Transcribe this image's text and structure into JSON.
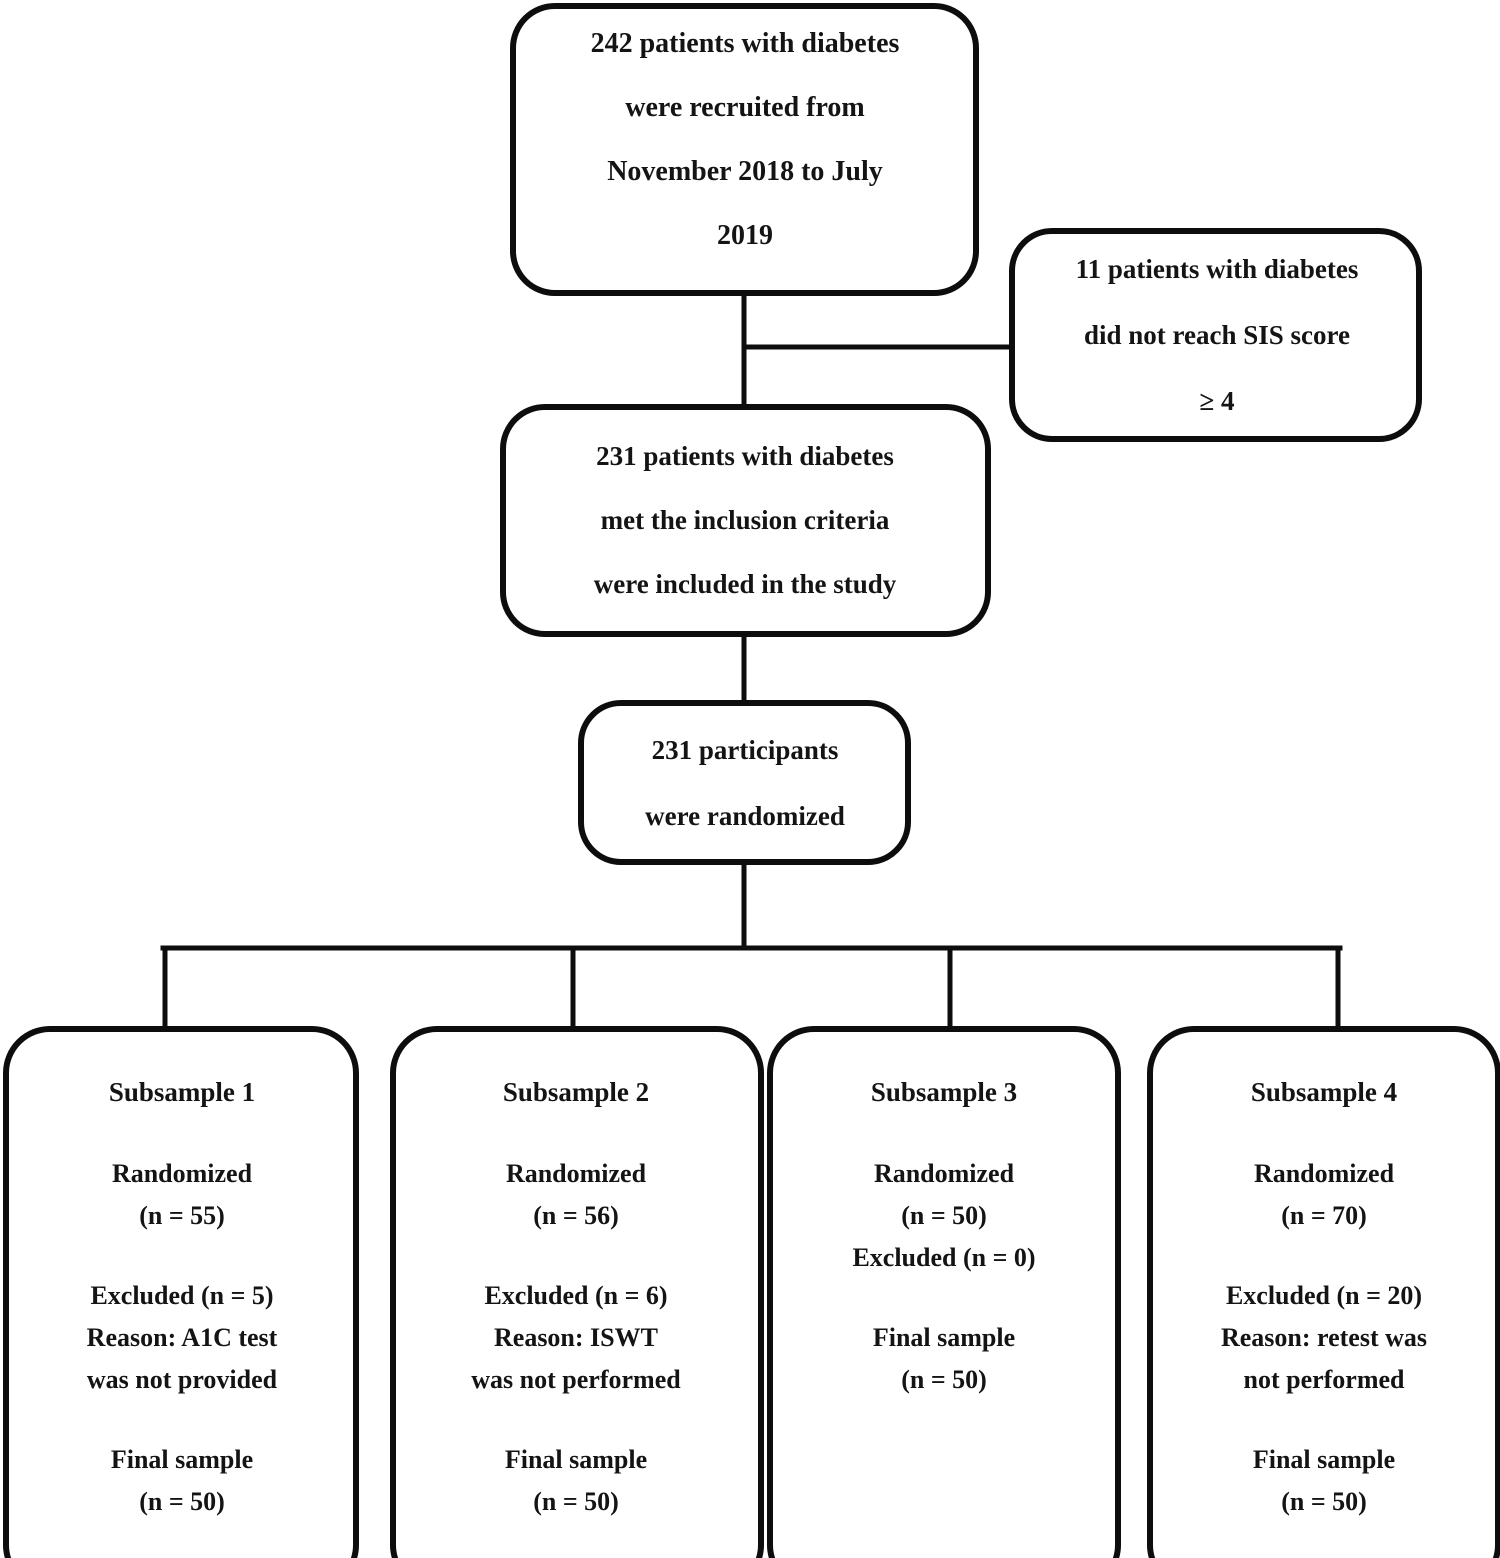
{
  "diagram": {
    "type": "consort-participant-flow-diagram",
    "nodes": {
      "recruitment": {
        "lines": [
          "242 patients with diabetes",
          "were recruited from",
          "November 2018 to July",
          "2019"
        ]
      },
      "exclusion": {
        "lines": [
          "11 patients with diabetes",
          "did not reach SIS score",
          "≥ 4"
        ]
      },
      "inclusion": {
        "lines": [
          "231 patients with diabetes",
          "met the inclusion criteria",
          "were included in the study"
        ]
      },
      "randomized": {
        "lines": [
          "231 participants",
          "were randomized"
        ]
      }
    },
    "subsamples": [
      {
        "title": "Subsample 1",
        "randomized_label": "Randomized",
        "randomized_n": "(n = 55)",
        "excluded_label": "Excluded (n = 5)",
        "reason_lines": [
          "Reason: A1C test",
          "was not provided"
        ],
        "final_label": "Final sample",
        "final_n": "(n = 50)"
      },
      {
        "title": "Subsample 2",
        "randomized_label": "Randomized",
        "randomized_n": "(n = 56)",
        "excluded_label": "Excluded (n = 6)",
        "reason_lines": [
          "Reason: ISWT",
          "was not performed"
        ],
        "final_label": "Final sample",
        "final_n": "(n = 50)"
      },
      {
        "title": "Subsample 3",
        "randomized_label": "Randomized",
        "randomized_n": "(n = 50)",
        "excluded_label": "Excluded (n = 0)",
        "reason_lines": [],
        "final_label": "Final sample",
        "final_n": "(n = 50)"
      },
      {
        "title": "Subsample 4",
        "randomized_label": "Randomized",
        "randomized_n": "(n = 70)",
        "excluded_label": "Excluded (n = 20)",
        "reason_lines": [
          "Reason: retest was",
          "not performed"
        ],
        "final_label": "Final sample",
        "final_n": "(n = 50)"
      }
    ],
    "colors": {
      "box_stroke": "#0d0d0d",
      "box_fill": "#ffffff",
      "text": "#141414",
      "background": "#ffffff"
    }
  }
}
